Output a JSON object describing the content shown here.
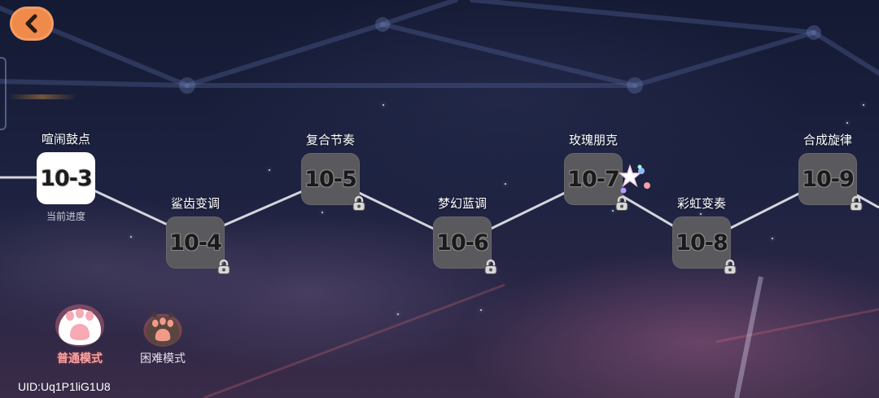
{
  "nav": {
    "back_icon": "chevron-left-icon"
  },
  "levels": [
    {
      "code": "10-3",
      "name": "喧闹鼓点",
      "status": "current",
      "sub": "当前进度"
    },
    {
      "code": "10-4",
      "name": "鲨齿变调",
      "status": "locked"
    },
    {
      "code": "10-5",
      "name": "复合节奏",
      "status": "locked"
    },
    {
      "code": "10-6",
      "name": "梦幻蓝调",
      "status": "locked"
    },
    {
      "code": "10-7",
      "name": "玫瑰朋克",
      "status": "locked"
    },
    {
      "code": "10-8",
      "name": "彩虹变奏",
      "status": "locked"
    },
    {
      "code": "10-9",
      "name": "合成旋律",
      "status": "locked"
    }
  ],
  "modes": [
    {
      "label": "普通模式",
      "selected": true,
      "icon": "paw-white-icon"
    },
    {
      "label": "困难模式",
      "selected": false,
      "icon": "paw-brown-icon"
    }
  ],
  "footer": {
    "uid": "UID:Uq1P1liG1U8"
  },
  "colors": {
    "back_button": "#f08a4a",
    "tile_locked": "#5a5a5e",
    "tile_current": "#ffffff",
    "mode_selected_label": "#f3a6a6"
  }
}
